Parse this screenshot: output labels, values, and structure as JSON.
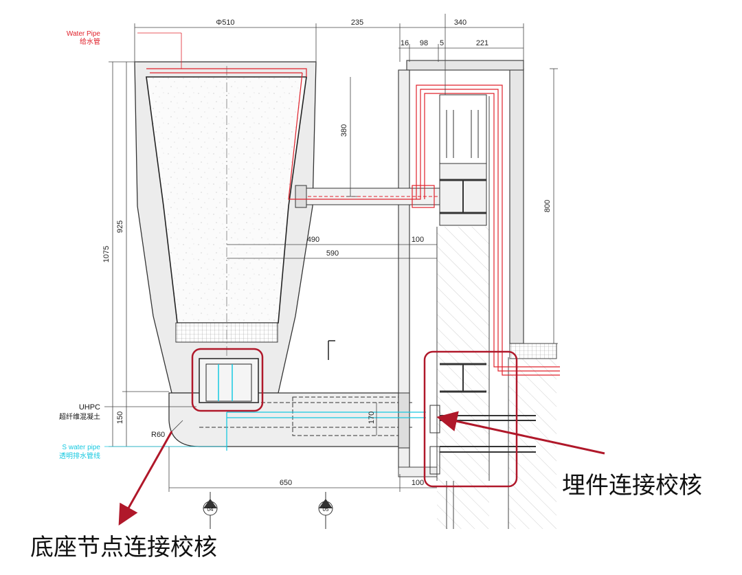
{
  "dimensions": {
    "top_diameter": "Φ510",
    "top_235": "235",
    "top_340": "340",
    "sub_16": "16",
    "sub_98": "98",
    "sub_5": "5",
    "sub_221": "221",
    "h_1075": "1075",
    "h_925": "925",
    "h_380": "380",
    "h_800": "800",
    "h_150": "150",
    "h_170": "170",
    "w_490": "490",
    "w_100_mid": "100",
    "w_590": "590",
    "w_650": "650",
    "w_100_bottom": "100",
    "radius": "R60"
  },
  "labels": {
    "water_pipe_en": "Water Pipe",
    "water_pipe_cn": "给水管",
    "uhpc_en": "UHPC",
    "uhpc_cn": "超纤维混凝土",
    "s_water_pipe_en": "S water pipe",
    "s_water_pipe_cn": "透明排水管线"
  },
  "section_markers": {
    "left": "04",
    "right": "05"
  },
  "callouts": {
    "embedded_check": "埋件连接校核",
    "base_node_check": "底座节点连接校核"
  },
  "colors": {
    "callout_red": "#b0182a",
    "pipe_red": "#e0202a",
    "pipe_cyan": "#15c8e0",
    "line_dark": "#222222"
  }
}
